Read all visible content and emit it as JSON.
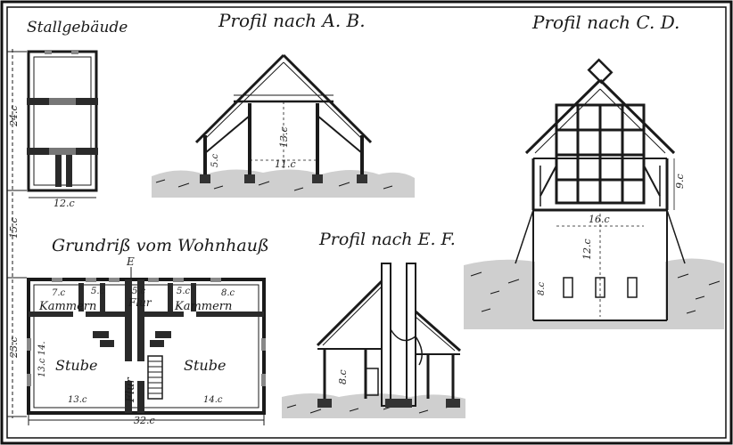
{
  "captions": {
    "stall": "Stallgebäude",
    "profile_ab": "Profil nach A. B.",
    "profile_cd": "Profil nach C. D.",
    "profile_ef": "Profil nach E. F.",
    "floorplan": "Grundriß vom Wohnhauß"
  },
  "dimensions": {
    "stall_height": "24.c",
    "stall_width": "12.c",
    "gap_15": "15.c",
    "house_height": "23.c",
    "house_width": "32.c",
    "ab_height": "13.c",
    "ab_width": "11.c",
    "ab_post": "5.c",
    "cd_width": "16.c",
    "cd_height": "12.c",
    "cd_gable": "9.c",
    "cd_side": "8.c",
    "ef_height": "8.c"
  },
  "rooms": {
    "kammern_left": "Kammern",
    "kammern_right": "Kammern",
    "flur_top": "Flur",
    "flur_vertical": "Flur",
    "stube_left": "Stube",
    "stube_right": "Stube",
    "dim_7": "7.c",
    "dim_5_top_left": "5.c",
    "dim_5_center": "5.c",
    "dim_5_top_right": "5.c",
    "dim_8": "8.c",
    "dim_13_14": "13.c 14.",
    "dim_13_bottom": "13.c",
    "dim_14_bottom": "14.c"
  },
  "labels": {
    "marker_e": "E"
  }
}
